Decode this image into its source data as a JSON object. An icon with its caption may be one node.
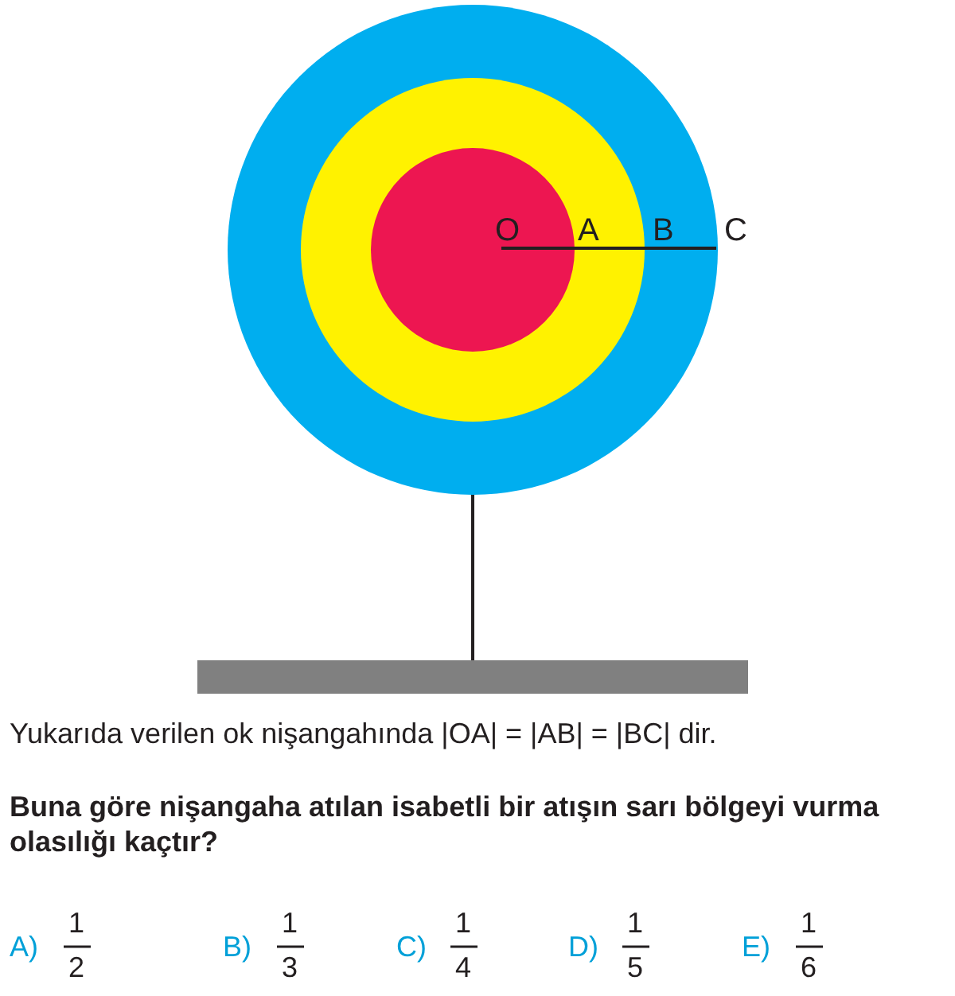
{
  "diagram": {
    "labels": [
      "O",
      "A",
      "B",
      "C",
      "Yukarıda verilen ok nişangahında |OA| = |AB| = |BC| dir.",
      "Buna göre nişangaha atılan isabetli bir atışın sarı bölgeyi vurma olasılığı kaçtır?",
      "A)",
      "1",
      "2",
      "B)",
      "1",
      "3",
      "C)",
      "1",
      "4",
      "D)",
      "1",
      "5",
      "E)",
      "1",
      "6"
    ]
  }
}
